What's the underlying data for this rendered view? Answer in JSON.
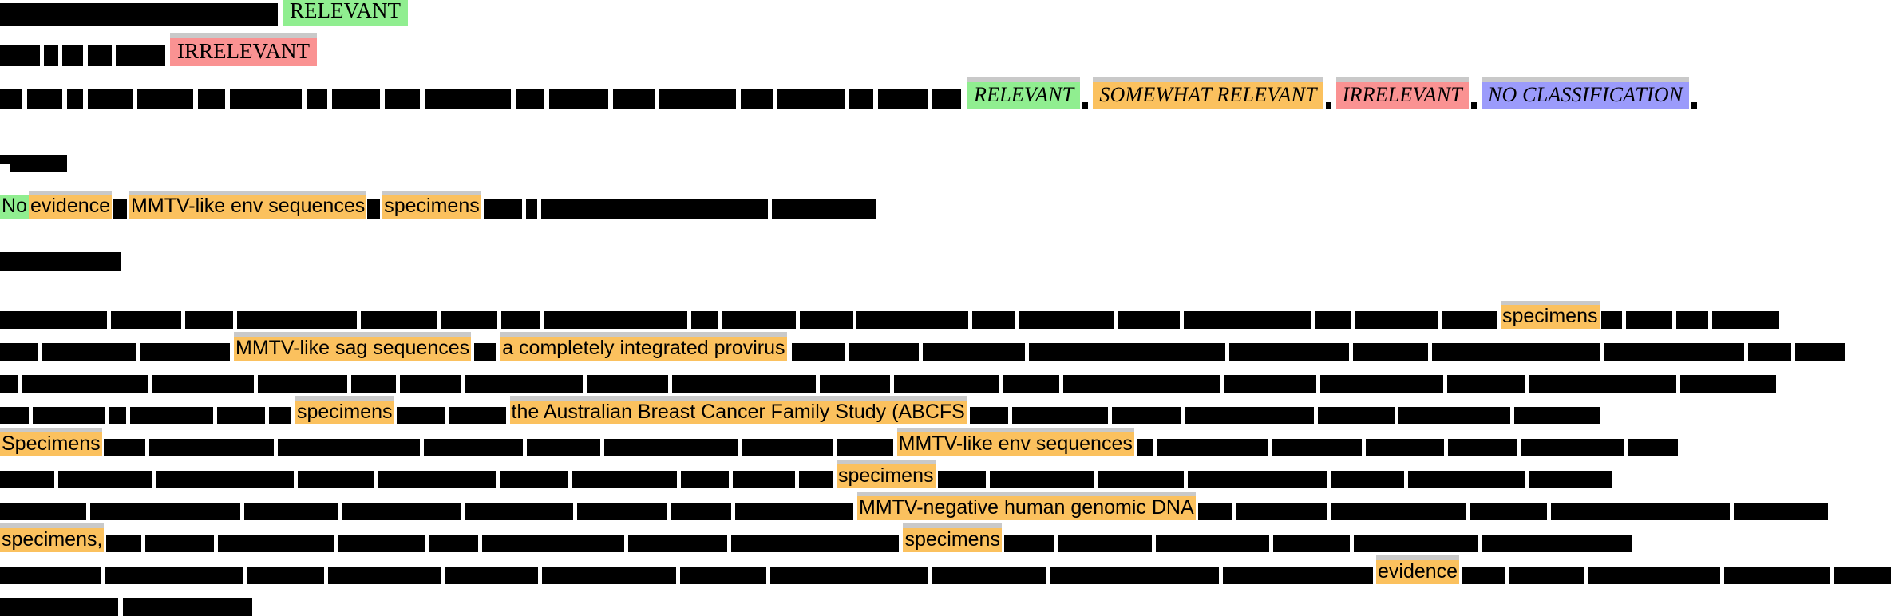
{
  "document": {
    "type": "redacted-annotated-paper",
    "background": "#ffffff",
    "colors": {
      "relevant": "#90ee90",
      "somewhat_relevant": "#fbc15e",
      "irrelevant": "#fa9292",
      "no_classification": "#9b9bfb",
      "redaction": "#000000",
      "ghost_shadow": "#c9c9c9"
    }
  },
  "header": {
    "line1_label": "RELEVANT",
    "line2_label": "IRRELEVANT"
  },
  "legend": {
    "items": [
      {
        "label": "RELEVANT",
        "color_key": "relevant"
      },
      {
        "label": "SOMEWHAT RELEVANT",
        "color_key": "somewhat_relevant"
      },
      {
        "label": "IRRELEVANT",
        "color_key": "irrelevant"
      },
      {
        "label": "NO CLASSIFICATION",
        "color_key": "no_classification"
      }
    ]
  },
  "abstract": {
    "highlights": {
      "no": "No",
      "evidence": "evidence",
      "mmtv_like_env_sequences": "MMTV-like env sequences",
      "specimens": "specimens"
    }
  },
  "body": {
    "highlights": {
      "specimens_r1": "specimens",
      "mmtv_like_sag_sequences": "MMTV-like sag sequences",
      "a_completely_integrated_provirus": "a completely integrated provirus",
      "specimens_r4": "specimens",
      "abcfs": "the Australian Breast Cancer Family Study (ABCFS",
      "specimens_capital": "Specimens",
      "mmtv_like_env_sequences": "MMTV-like env sequences",
      "specimens_r6": "specimens",
      "mmtv_negative_human_genomic_dna": "MMTV-negative human genomic DNA",
      "specimens_r8_left": "specimens,",
      "specimens_r8_mid": "specimens",
      "evidence": "evidence"
    }
  }
}
